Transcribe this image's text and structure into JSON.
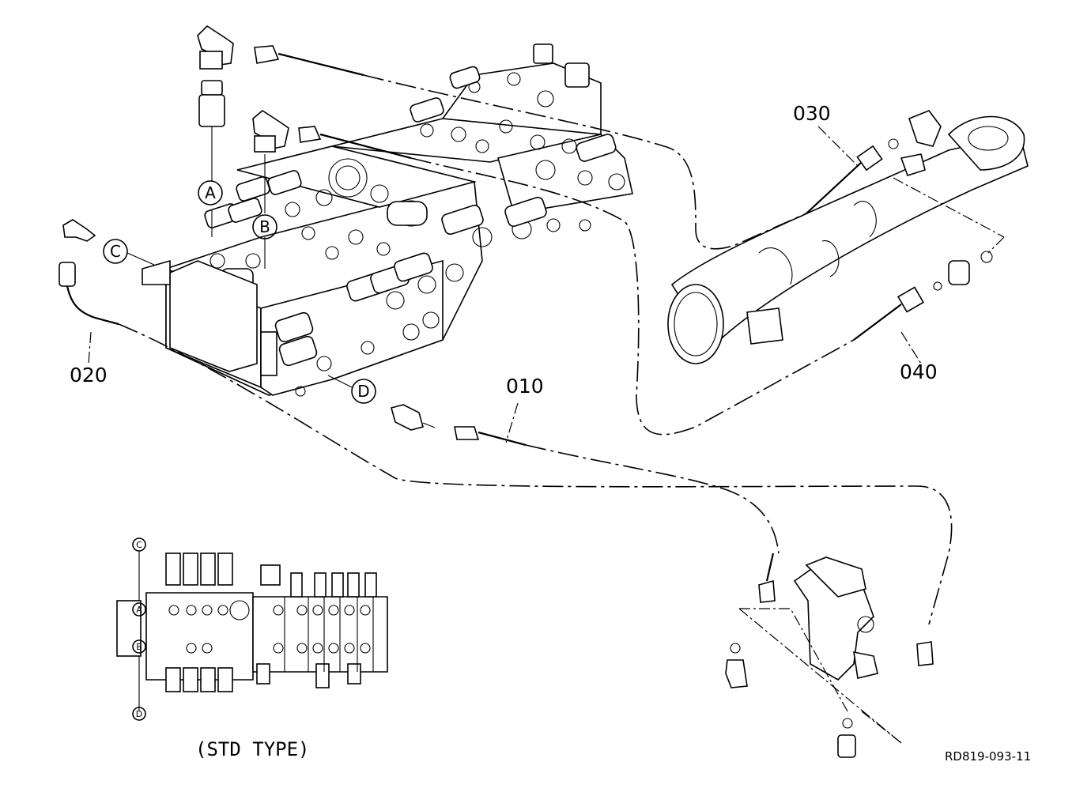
{
  "part_labels": {
    "p010": "010",
    "p020": "020",
    "p030": "030",
    "p040": "040"
  },
  "connection_markers": {
    "A": "A",
    "B": "B",
    "C": "C",
    "D": "D"
  },
  "inset": {
    "caption": "(STD TYPE)",
    "markers": {
      "C": "C",
      "A": "A",
      "B": "B",
      "D": "D"
    }
  },
  "reference_code": "RD819-093-11"
}
